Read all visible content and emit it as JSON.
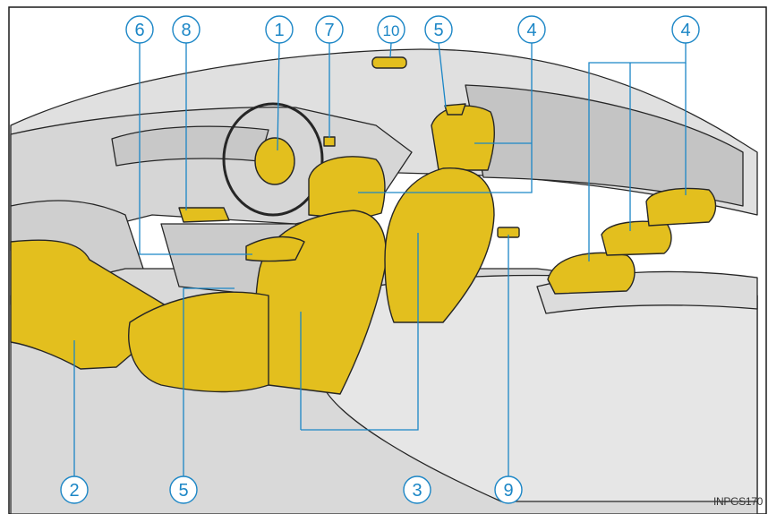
{
  "callouts": {
    "c1": "1",
    "c2": "2",
    "c3": "3",
    "c4a": "4",
    "c4b": "4",
    "c5a": "5",
    "c5b": "5",
    "c6": "6",
    "c7": "7",
    "c8": "8",
    "c9": "9",
    "c10": "10"
  },
  "reference_code": "INPGS170",
  "colors": {
    "background": "#ffffff",
    "interior_gray": "#d3d3d3",
    "outline": "#262626",
    "highlight": "#e3bf1e",
    "callout": "#1b86c6"
  }
}
